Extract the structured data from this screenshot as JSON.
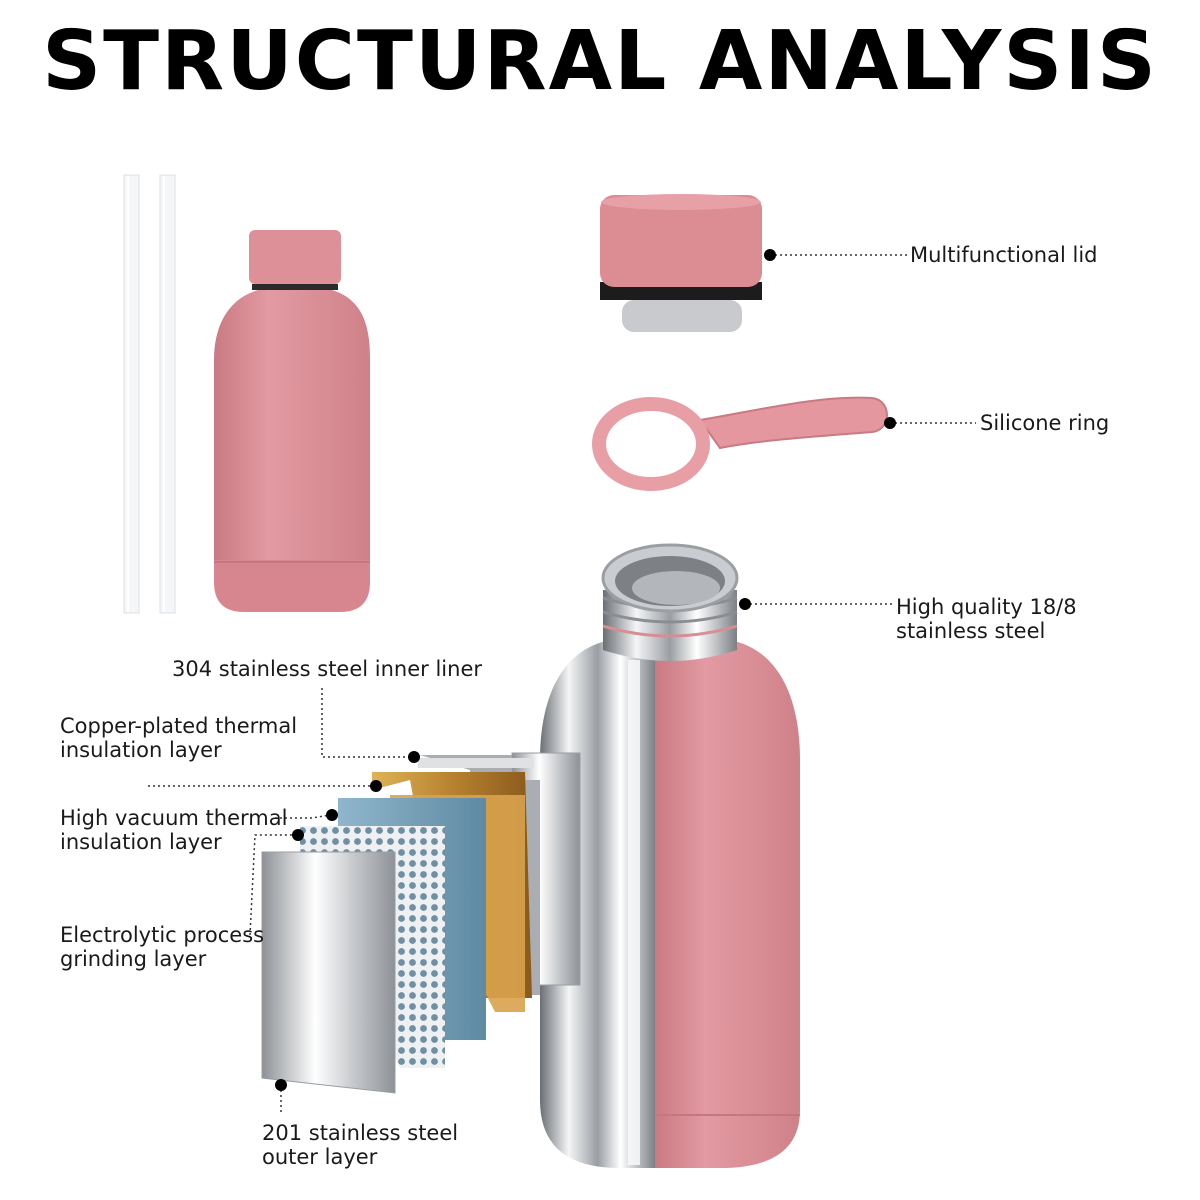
{
  "title": "STRUCTURAL ANALYSIS",
  "callouts": {
    "lid": "Multifunctional lid",
    "ring": "Silicone ring",
    "steel": [
      "High quality 18/8",
      "stainless steel"
    ],
    "inner_liner": "304 stainless steel inner liner",
    "copper": [
      "Copper-plated thermal",
      "insulation layer"
    ],
    "vacuum": [
      "High vacuum thermal",
      "insulation layer"
    ],
    "electrolytic": [
      "Electrolytic process",
      "grinding layer"
    ],
    "outer": [
      "201 stainless steel",
      "outer layer"
    ]
  },
  "colors": {
    "bottle_pink": "#d98e96",
    "lid_pink": "#dc8c93",
    "steel": "#c8cacd",
    "copper": "#c8963c",
    "vacuum_blue": "#7aa2b8"
  }
}
